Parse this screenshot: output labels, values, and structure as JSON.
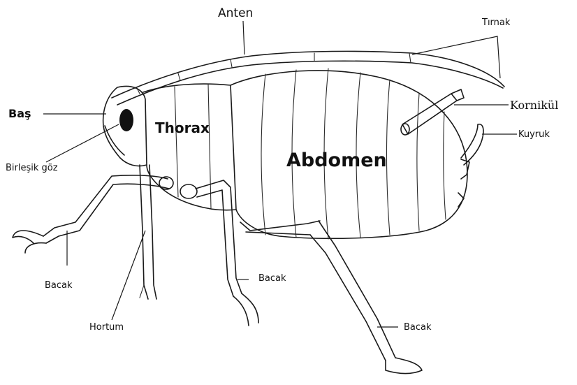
{
  "labels": {
    "anten": "Anten",
    "tirnak": "Tırnak",
    "bas": "Baş",
    "thorax": "Thorax",
    "abdomen": "Abdomen",
    "kornikul": "Kornikül",
    "kuyruk": "Kuyruk",
    "birlesik_goz": "Birleşik göz",
    "bacak_front": "Bacak",
    "bacak_middle": "Bacak",
    "bacak_hind": "Bacak",
    "hortum": "Hortum"
  }
}
